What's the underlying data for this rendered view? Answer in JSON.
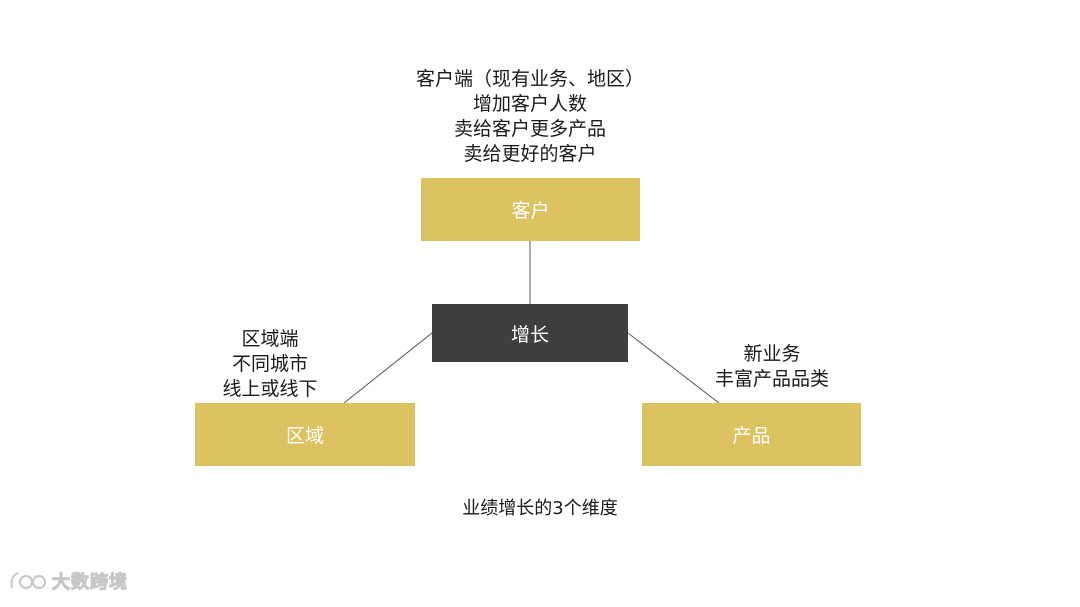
{
  "nodes": {
    "customer": {
      "label": "客户"
    },
    "growth": {
      "label": "增长"
    },
    "region": {
      "label": "区域"
    },
    "product": {
      "label": "产品"
    }
  },
  "annotations": {
    "customer": [
      "客户端（现有业务、地区）",
      "增加客户人数",
      "卖给客户更多产品",
      "卖给更好的客户"
    ],
    "region": [
      "区域端",
      "不同城市",
      "线上或线下"
    ],
    "product": [
      "新业务",
      "丰富产品品类"
    ]
  },
  "caption": "业绩增长的3个维度",
  "watermark": {
    "text": "大数跨境",
    "icon": "logo-icon"
  },
  "colors": {
    "gold": "#dcc261",
    "dark": "#3f3f3f",
    "line": "#555555"
  }
}
